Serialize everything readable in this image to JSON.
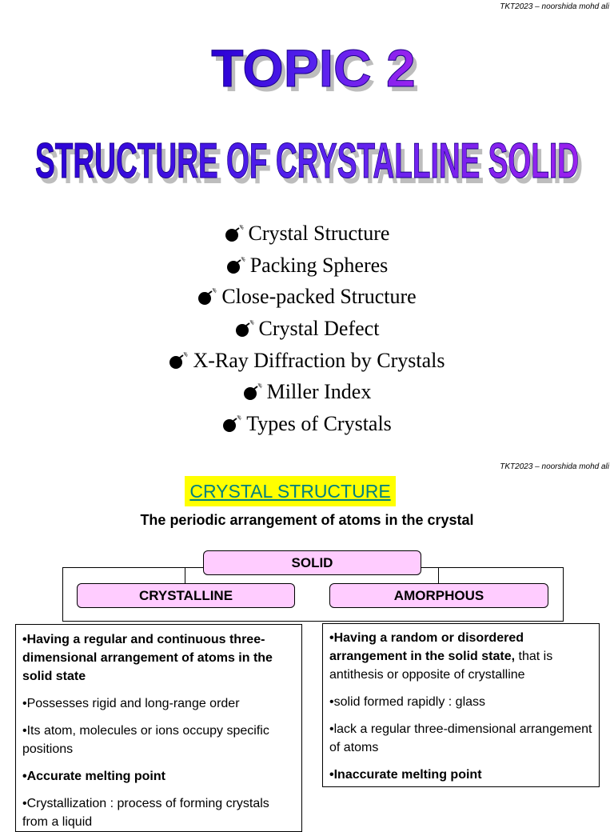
{
  "credit": "TKT2023 – noorshida mohd ali",
  "topic_line": "TOPIC 2",
  "title_line": "STRUCTURE OF CRYSTALLINE SOLID",
  "bullets": [
    "Crystal Structure",
    "Packing Spheres",
    "Close-packed Structure",
    "Crystal Defect",
    "X-Ray Diffraction by Crystals",
    "Miller Index",
    "Types of Crystals"
  ],
  "bullet_icon": "bomb-icon",
  "crystal_structure_title": "CRYSTAL STRUCTURE",
  "subtitle": "The periodic arrangement of atoms in the crystal",
  "solid_label": "SOLID",
  "crystalline_label": "CRYSTALLINE",
  "amorphous_label": "AMORPHOUS",
  "crystalline_points": {
    "p1": "•Having a regular and continuous three-dimensional arrangement of atoms in the solid state",
    "p2": "•Possesses rigid and long-range order",
    "p3": "•Its atom, molecules or ions occupy specific positions",
    "p4": "•Accurate melting point",
    "p5": "•Crystallization : process of forming crystals from a liquid"
  },
  "amorphous_points": {
    "p1_bold": "•Having a random or disordered arrangement in the solid state,",
    "p1_rest": " that is antithesis or opposite of crystalline",
    "p2": "•solid formed rapidly : glass",
    "p3": "•lack a regular three-dimensional arrangement of atoms",
    "p4": "•Inaccurate melting point"
  },
  "colors": {
    "highlight": "#ffff00",
    "title_text": "#008080",
    "pill_fill": "#ffccff",
    "wordart_light": "#6a3cff",
    "wordart_dark": "#2a00d4"
  }
}
